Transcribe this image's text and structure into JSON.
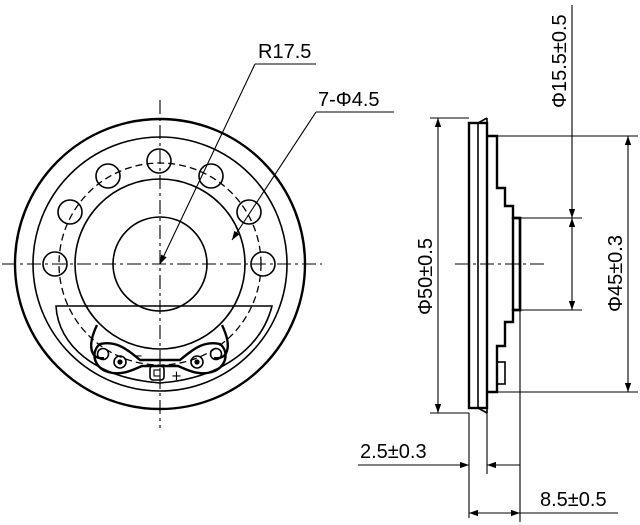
{
  "front_view": {
    "radius_label": "R17.5",
    "holes_label": "7-Φ4.5",
    "terminal_minus": "−",
    "terminal_plus": "+"
  },
  "side_view": {
    "outer_diameter": "Φ50±0.5",
    "magnet_diameter": "Φ15.5±0.5",
    "frame_diameter": "Φ45±0.3",
    "rim_thickness": "2.5±0.3",
    "overall_height": "8.5±0.5"
  }
}
